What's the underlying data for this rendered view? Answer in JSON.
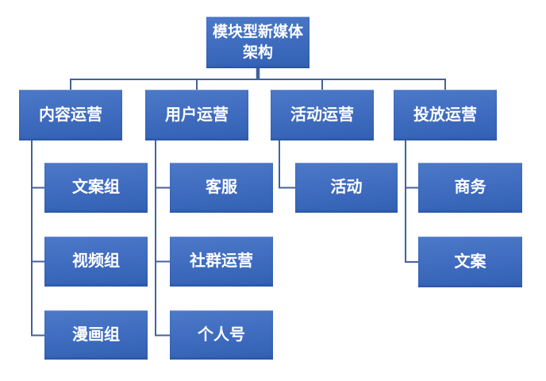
{
  "diagram": {
    "type": "org-chart",
    "root": {
      "label": "模块型新媒体架构"
    },
    "branches": [
      {
        "label": "内容运营",
        "children": [
          "文案组",
          "视频组",
          "漫画组"
        ]
      },
      {
        "label": "用户运营",
        "children": [
          "客服",
          "社群运营",
          "个人号"
        ]
      },
      {
        "label": "活动运营",
        "children": [
          "活动"
        ]
      },
      {
        "label": "投放运营",
        "children": [
          "商务",
          "文案"
        ]
      }
    ]
  },
  "colors": {
    "background": "#ffffff",
    "box_gradient_top": "#4C79C8",
    "box_gradient_bottom": "#3160B2",
    "box_text": "#ffffff",
    "connector": "#44619D"
  }
}
